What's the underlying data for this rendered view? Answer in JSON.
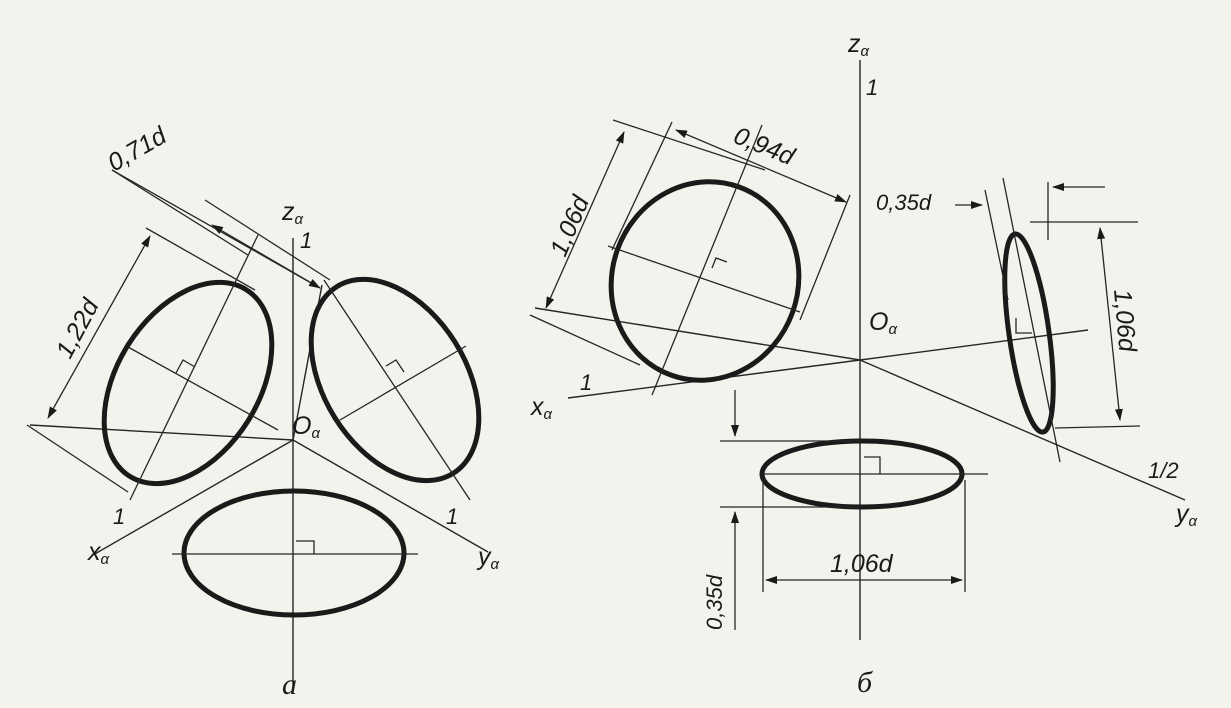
{
  "figure_a": {
    "caption": "а",
    "labels": {
      "z_axis": "z",
      "x_axis": "x",
      "y_axis": "y",
      "alpha": "α",
      "origin": "O",
      "unit_z": "1",
      "unit_x": "1",
      "unit_y": "1",
      "dim_minor": "0,71d",
      "dim_major": "1,22d"
    }
  },
  "figure_b": {
    "caption": "б",
    "labels": {
      "z_axis": "z",
      "x_axis": "x",
      "y_axis": "y",
      "alpha": "α",
      "origin": "O",
      "unit_z": "1",
      "unit_x": "1",
      "unit_y": "1/2",
      "dim_major_left": "1,06d",
      "dim_minor_left": "0,94d",
      "dim_minor_right": "0,35d",
      "dim_major_right": "1,06d",
      "dim_major_bottom": "1,06d",
      "dim_minor_bottom": "0,35d"
    }
  }
}
